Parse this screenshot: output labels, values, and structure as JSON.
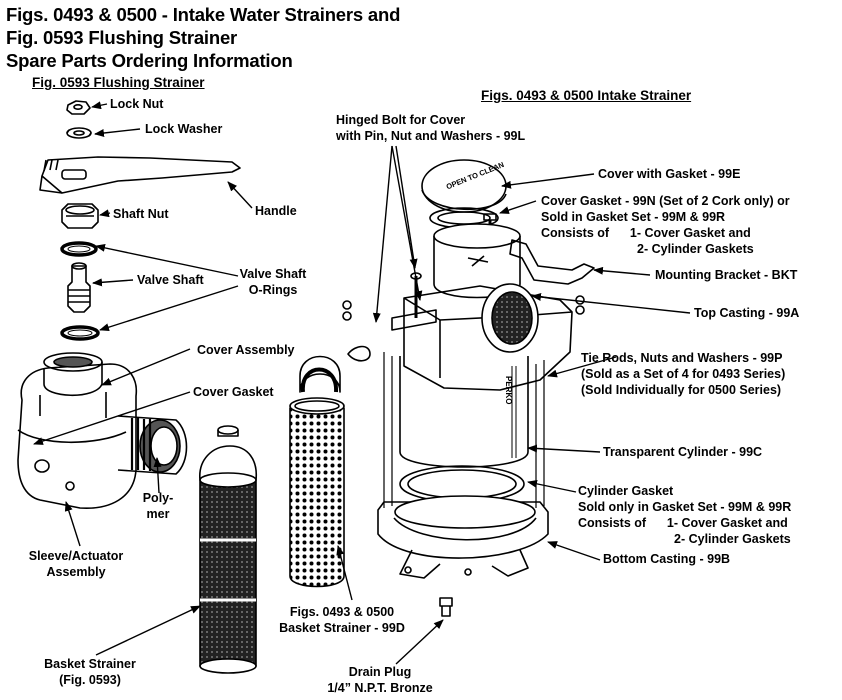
{
  "title_lines": [
    "Figs. 0493 & 0500 - Intake Water Strainers and",
    "Fig. 0593 Flushing Strainer",
    "Spare Parts Ordering Information"
  ],
  "sections": {
    "left": "Fig. 0593 Flushing Strainer",
    "right": "Figs. 0493 & 0500 Intake Strainer"
  },
  "labels": {
    "lock_nut": "Lock Nut",
    "lock_washer": "Lock Washer",
    "handle": "Handle",
    "shaft_nut": "Shaft Nut",
    "valve_shaft": "Valve Shaft",
    "valve_shaft_orings_1": "Valve Shaft",
    "valve_shaft_orings_2": "O-Rings",
    "cover_assembly": "Cover Assembly",
    "cover_gasket": "Cover Gasket",
    "polymer_1": "Poly-",
    "polymer_2": "mer",
    "sleeve_1": "Sleeve/Actuator",
    "sleeve_2": "Assembly",
    "basket_0593_1": "Basket Strainer",
    "basket_0593_2": "(Fig. 0593)",
    "basket_99d_1": "Figs. 0493 & 0500",
    "basket_99d_2": "Basket Strainer - 99D",
    "drain_1": "Drain Plug",
    "drain_2": "1/4” N.P.T. Bronze",
    "hinged_1": "Hinged Bolt for Cover",
    "hinged_2": "with Pin, Nut and Washers - 99L",
    "cover_99e": "Cover with Gasket - 99E",
    "cg_1": "Cover Gasket - 99N (Set of 2 Cork only) or",
    "cg_2": "Sold in Gasket Set - 99M & 99R",
    "cg_3": "Consists of      1- Cover Gasket and",
    "cg_4": "2- Cylinder Gaskets",
    "bracket": "Mounting Bracket - BKT",
    "top_casting": "Top Casting - 99A",
    "tie_1": "Tie Rods, Nuts and Washers - 99P",
    "tie_2": "(Sold as a Set of 4 for 0493 Series)",
    "tie_3": "(Sold Individually for 0500 Series)",
    "cylinder": "Transparent Cylinder - 99C",
    "cyl_1": "Cylinder Gasket",
    "cyl_2": "Sold only in Gasket Set - 99M & 99R",
    "cyl_3": "Consists of      1- Cover Gasket and",
    "cyl_4": "2- Cylinder Gaskets",
    "bottom": "Bottom Casting - 99B",
    "cover_text": "OPEN TO CLEAN",
    "brand": "PERKO"
  }
}
